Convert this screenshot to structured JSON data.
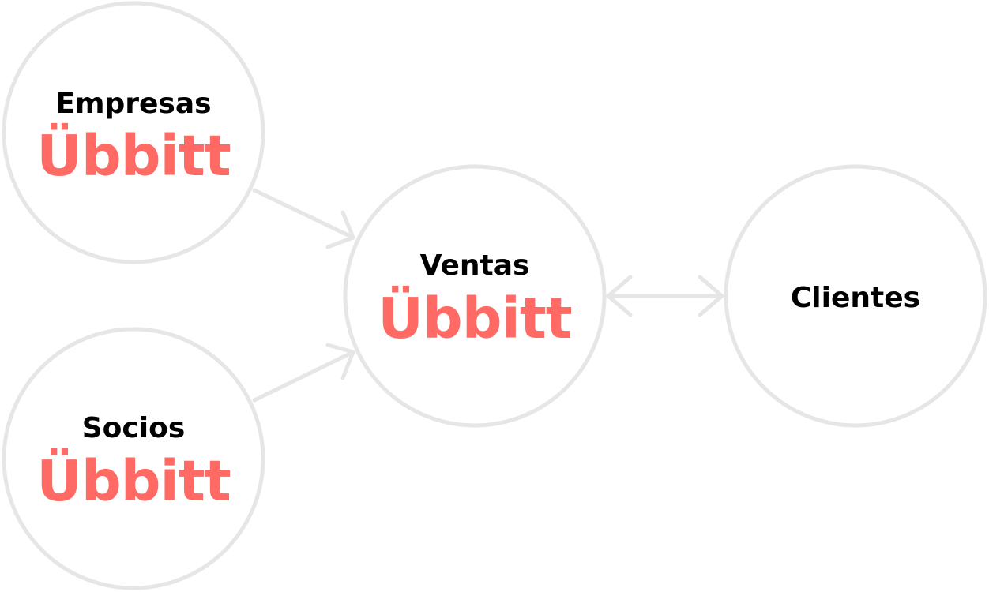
{
  "colors": {
    "outline": "#e6e6e6",
    "brand": "#ff6b64",
    "text": "#000000",
    "background": "#ffffff"
  },
  "nodes": {
    "empresas": {
      "title": "Empresas",
      "logo": "Übbitt"
    },
    "socios": {
      "title": "Socios",
      "logo": "Übbitt"
    },
    "ventas": {
      "title": "Ventas",
      "logo": "Übbitt"
    },
    "clientes": {
      "title": "Clientes"
    }
  }
}
